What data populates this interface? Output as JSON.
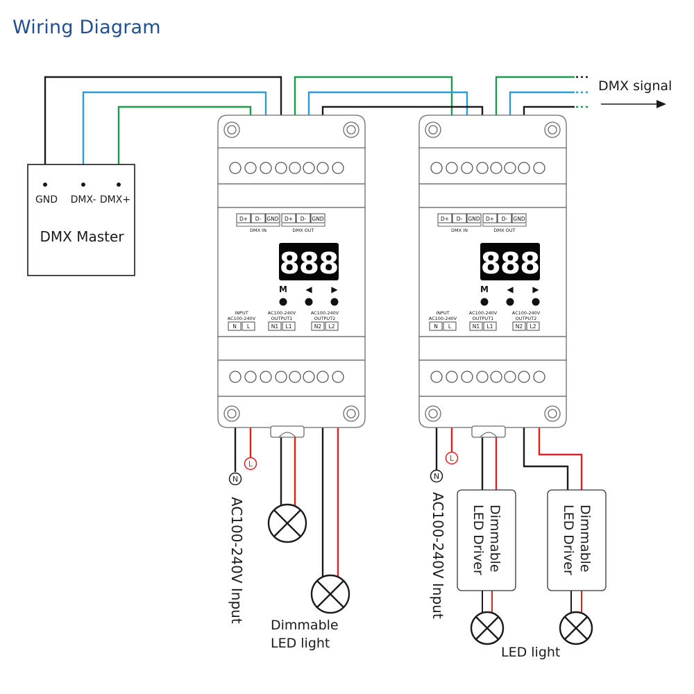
{
  "title": "Wiring Diagram",
  "master": {
    "label": "DMX Master",
    "pins": [
      "GND",
      "DMX-",
      "DMX+"
    ]
  },
  "dmx_signal": "DMX signal",
  "device": {
    "display": "888",
    "buttons": [
      "M",
      "◀",
      "▶"
    ],
    "dmx_ports": [
      "D+",
      "D-",
      "GND",
      "D+",
      "D-",
      "GND"
    ],
    "dmx_in": "DMX IN",
    "dmx_out": "DMX OUT",
    "input_label": [
      "INPUT",
      "AC100-240V"
    ],
    "output1_label": [
      "AC100-240V",
      "OUTPUT1"
    ],
    "output2_label": [
      "AC100-240V",
      "OUTPUT2"
    ],
    "input_terms": [
      "N",
      "L"
    ],
    "output1_terms": [
      "N1",
      "L1"
    ],
    "output2_terms": [
      "N2",
      "L2"
    ]
  },
  "markers": {
    "neutral": "N",
    "live": "L"
  },
  "ac_input": "AC100-240V Input",
  "dimmable_led_light": [
    "Dimmable",
    "LED light"
  ],
  "led_driver": [
    "Dimmable",
    "LED Driver"
  ],
  "led_light": "LED light",
  "colors": {
    "title": "#1f4f8f",
    "black": "#1a1a1a",
    "blue": "#2d9ad6",
    "green": "#1a9a4a",
    "red": "#e02020",
    "outline": "#555555"
  }
}
